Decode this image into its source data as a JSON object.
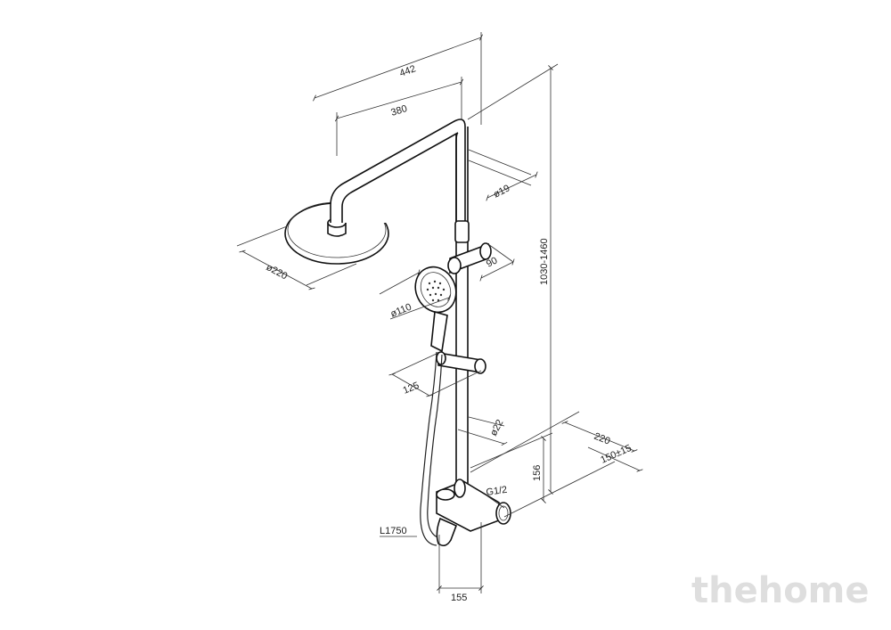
{
  "dimensions": {
    "total_arm_length": "442",
    "arm_length": "380",
    "pipe_diameter": "ø19",
    "overhead_shower_diameter": "ø220",
    "holder_offset": "90",
    "hand_shower_diameter": "ø110",
    "slider_offset": "125",
    "rail_diameter": "ø22",
    "height_range": "1030-1460",
    "wall_distance": "220",
    "connection_spacing": "150±15",
    "mixer_height": "156",
    "thread": "G1/2",
    "hose_length": "L1750",
    "spout_length": "155"
  },
  "watermark": "thehome"
}
